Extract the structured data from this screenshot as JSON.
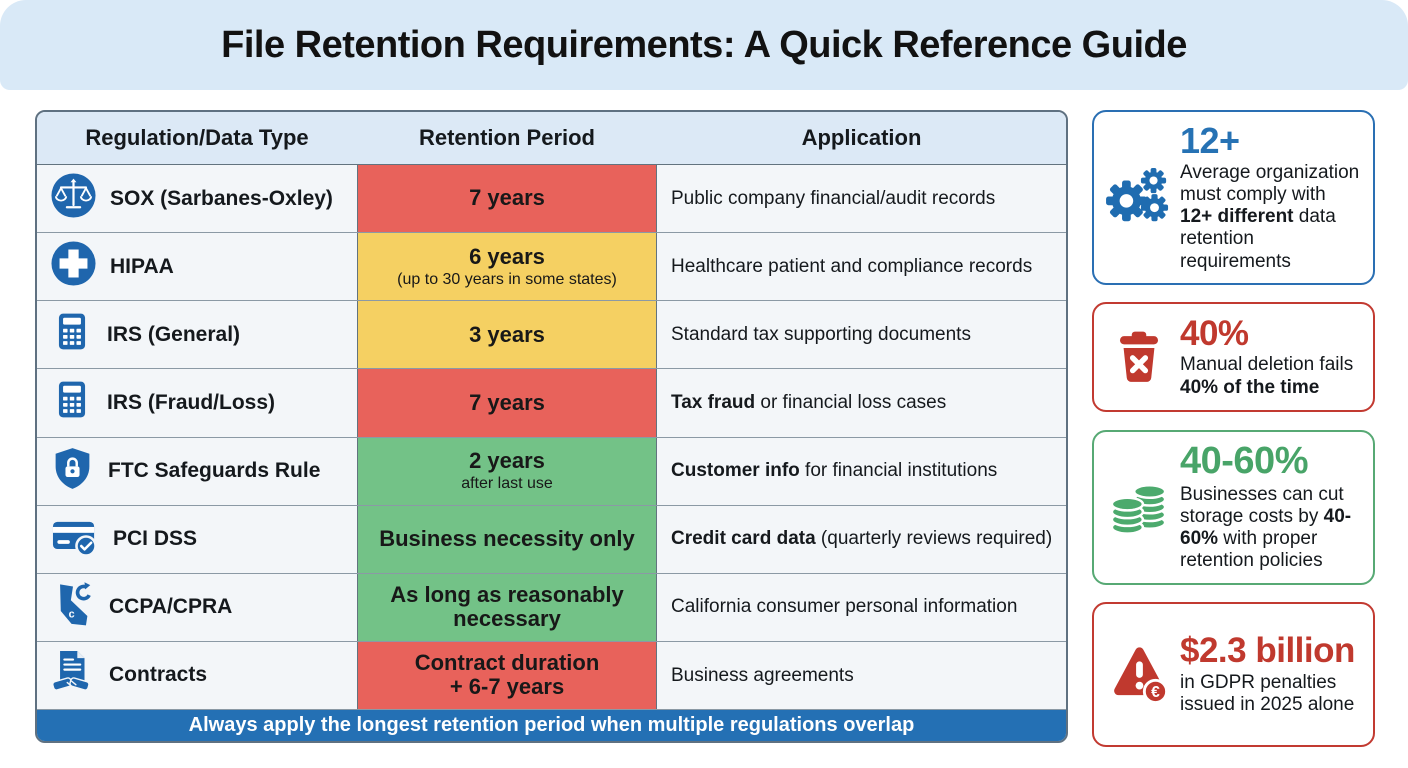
{
  "title": "File Retention Requirements: A Quick Reference Guide",
  "colors": {
    "header_band": "#d9e9f7",
    "table_header_bg": "#dce9f6",
    "row_bg": "#f3f6f9",
    "retention_red": "#e8625b",
    "retention_yellow": "#f5d062",
    "retention_green": "#73c287",
    "footer_blue": "#2470b4",
    "icon_blue": "#1f66ad",
    "stat_blue": "#2672b4",
    "stat_red": "#c0392e",
    "stat_green": "#48a468"
  },
  "table": {
    "headers": [
      "Regulation/Data Type",
      "Retention Period",
      "Application"
    ],
    "rows": [
      {
        "icon": "balance-scale-icon",
        "name": "SOX (Sarbanes-Oxley)",
        "retention": "7 years",
        "retention_note": "",
        "severity": "red",
        "app_bold": "",
        "app_text": "Public company financial/audit records"
      },
      {
        "icon": "medical-cross-icon",
        "name": "HIPAA",
        "retention": "6 years",
        "retention_note": "(up to 30 years in some states)",
        "severity": "yellow",
        "app_bold": "",
        "app_text": "Healthcare patient and compliance records"
      },
      {
        "icon": "calculator-icon",
        "name": "IRS (General)",
        "retention": "3 years",
        "retention_note": "",
        "severity": "yellow",
        "app_bold": "",
        "app_text": "Standard tax supporting documents"
      },
      {
        "icon": "calculator-icon",
        "name": "IRS (Fraud/Loss)",
        "retention": "7 years",
        "retention_note": "",
        "severity": "red",
        "app_bold": "Tax fraud",
        "app_text": " or financial loss cases"
      },
      {
        "icon": "shield-lock-icon",
        "name": "FTC Safeguards Rule",
        "retention": "2 years",
        "retention_note": "after last use",
        "severity": "green",
        "app_bold": "Customer info",
        "app_text": " for financial institutions"
      },
      {
        "icon": "credit-card-check-icon",
        "name": "PCI DSS",
        "retention": "Business necessity only",
        "retention_note": "",
        "severity": "green",
        "app_bold": "Credit card data",
        "app_text": " (quarterly reviews required)"
      },
      {
        "icon": "california-refresh-icon",
        "name": "CCPA/CPRA",
        "retention": "As long as reasonably necessary",
        "retention_note": "",
        "severity": "green",
        "app_bold": "",
        "app_text": "California consumer personal information"
      },
      {
        "icon": "contract-handshake-icon",
        "name": "Contracts",
        "retention": "Contract duration\n+ 6-7 years",
        "retention_note": "",
        "severity": "red",
        "app_bold": "",
        "app_text": "Business agreements"
      }
    ],
    "footer": "Always apply the longest retention period when multiple regulations overlap"
  },
  "stats": [
    {
      "icon": "gears-icon",
      "accent": "blue",
      "value": "12+",
      "pre": "Average organization must comply with ",
      "bold": "12+ different",
      "post": " data retention requirements"
    },
    {
      "icon": "trash-x-icon",
      "accent": "red",
      "value": "40%",
      "pre": "Manual deletion fails ",
      "bold": "40% of the time",
      "post": ""
    },
    {
      "icon": "coin-stacks-icon",
      "accent": "green",
      "value": "40-60%",
      "pre": "Businesses can cut storage costs by ",
      "bold": "40-60%",
      "post": " with proper retention policies"
    },
    {
      "icon": "warning-euro-icon",
      "accent": "red",
      "value": "$2.3 billion",
      "pre": "in GDPR penalties issued in 2025 alone",
      "bold": "",
      "post": ""
    }
  ]
}
